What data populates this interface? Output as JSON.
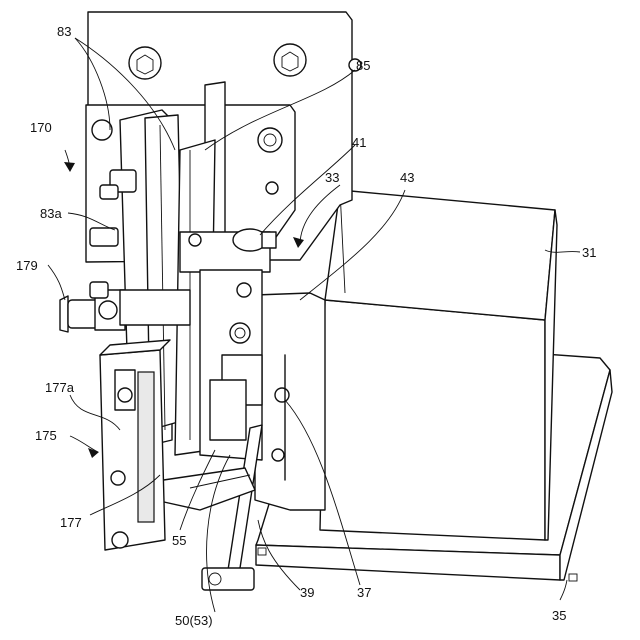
{
  "labels": [
    {
      "key": "83",
      "text": "83"
    },
    {
      "key": "85",
      "text": "85"
    },
    {
      "key": "170",
      "text": "170"
    },
    {
      "key": "41",
      "text": "41"
    },
    {
      "key": "33",
      "text": "33"
    },
    {
      "key": "43",
      "text": "43"
    },
    {
      "key": "83a",
      "text": "83a"
    },
    {
      "key": "31",
      "text": "31"
    },
    {
      "key": "179",
      "text": "179"
    },
    {
      "key": "177a",
      "text": "177a"
    },
    {
      "key": "175",
      "text": "175"
    },
    {
      "key": "177",
      "text": "177"
    },
    {
      "key": "55",
      "text": "55"
    },
    {
      "key": "39",
      "text": "39"
    },
    {
      "key": "37",
      "text": "37"
    },
    {
      "key": "50_53",
      "text": "50(53)"
    },
    {
      "key": "35",
      "text": "35"
    }
  ]
}
